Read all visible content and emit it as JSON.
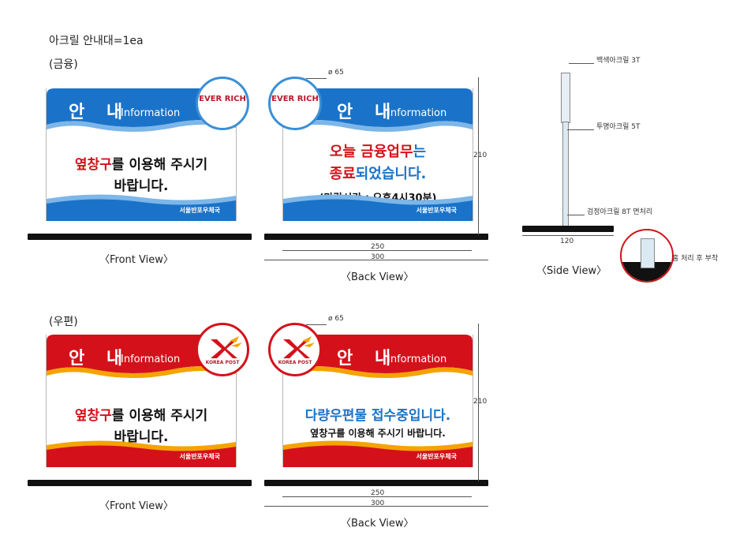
{
  "title": "아크릴 안내대=1ea",
  "section_finance": "(금융)",
  "section_post": "(우편)",
  "sign_heading": "안 내",
  "sign_heading_en": "Information",
  "footer_label": "서울반포우체국",
  "front_message_red": "옆창구",
  "front_message_rest1": "를 이용해 주시기",
  "front_message_line2": "바랍니다.",
  "back_finance": {
    "line1_red": "오늘 금융업무",
    "line1_blue": "는",
    "line2_red": "종료",
    "line2_blue": "되었습니다.",
    "line3": "(마감시간 : 오후4시30분)"
  },
  "back_post": {
    "line1": "다량우편물 접수중입니다.",
    "line2": "옆창구를 이용해 주시기 바랍니다."
  },
  "logos": {
    "everrich_top": "EVER",
    "everrich_bottom": "RICH",
    "korea_post": "KOREA POST"
  },
  "captions": {
    "front": "〈Front View〉",
    "back": "〈Back View〉",
    "side": "〈Side View〉"
  },
  "dimensions": {
    "diameter": "ø 65",
    "width_inner": "250",
    "width_outer": "300",
    "height": "210",
    "side_width": "120"
  },
  "side_labels": {
    "top": "백색아크릴 3T",
    "middle": "투명아크릴 5T",
    "bottom": "검정아크릴 8T 면처리",
    "detail": "홈 처리 후 부착"
  },
  "colors": {
    "finance_blue": "#1a73c8",
    "post_red": "#d4111a",
    "accent_orange": "#f5a300"
  }
}
